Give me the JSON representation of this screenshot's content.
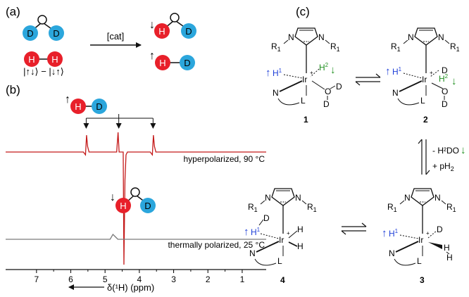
{
  "panel_labels": {
    "a": "(a)",
    "b": "(b)",
    "c": "(c)"
  },
  "colors": {
    "hydrogen": "#e8202a",
    "deuterium": "#2ba6dc",
    "spectrum_hp": "#c41a1a",
    "spectrum_thermal": "#7a7a7a",
    "h1_blue": "#1e3fd8",
    "h2_green": "#1f8f1f"
  },
  "panel_a": {
    "atom_d": "D",
    "atom_h": "H",
    "arrow_label": "[cat]",
    "singlet_state": "|↑↓⟩ − |↓↑⟩",
    "spin_up": "↑",
    "spin_down": "↓"
  },
  "panel_b": {
    "hp_label": "hyperpolarized, 90 °C",
    "thermal_label": "thermally polarized, 25 °C",
    "x_axis_title": "δ(¹H) (ppm)",
    "x_ticks": [
      "7",
      "6",
      "5",
      "4",
      "3",
      "2",
      "1"
    ],
    "molecule_hd": {
      "h": "H",
      "d": "D",
      "spin": "↑"
    },
    "molecule_hdo": {
      "h": "H",
      "d": "D",
      "spin": "↓"
    }
  },
  "chart_data": {
    "type": "line",
    "xlabel": "δ(¹H) (ppm)",
    "xlim": [
      7.9,
      0.3
    ],
    "x_ticks": [
      7,
      6,
      5,
      4,
      3,
      2,
      1
    ],
    "series": [
      {
        "name": "hyperpolarized, 90 °C",
        "peaks": [
          {
            "ppm": 5.55,
            "sign": "emission-absorption"
          },
          {
            "ppm": 4.6,
            "sign": "absorption"
          },
          {
            "ppm": 4.45,
            "sign": "emission"
          },
          {
            "ppm": 3.6,
            "sign": "emission-absorption"
          }
        ]
      },
      {
        "name": "thermally polarized, 25 °C",
        "peaks": [
          {
            "ppm": 4.75,
            "sign": "absorption"
          }
        ]
      }
    ]
  },
  "panel_c": {
    "r1": "R",
    "r1_sub": "1",
    "n": "N",
    "ir": "Ir",
    "plus": "+",
    "l": "L",
    "h": "H",
    "d": "D",
    "o": "O",
    "sup1": "1",
    "sup2": "2",
    "compounds": [
      "1",
      "2",
      "3",
      "4"
    ],
    "loss_label": "- H²DO",
    "add_label": "+ pH",
    "add_sub": "2",
    "spin_up": "↑",
    "spin_down": "↓"
  }
}
